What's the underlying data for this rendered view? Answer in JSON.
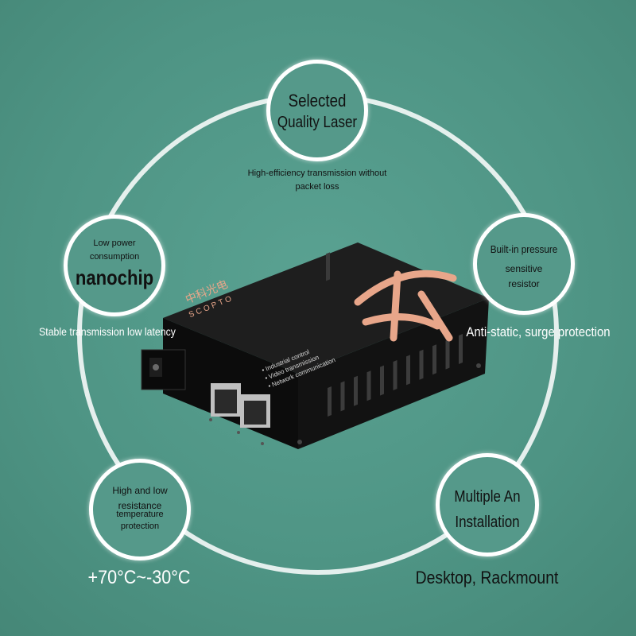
{
  "features": {
    "laser": {
      "title_line1": "Selected",
      "title_line2": "Quality Laser",
      "caption_line1": "High-efficiency transmission without",
      "caption_line2": "packet loss"
    },
    "nanochip": {
      "line1": "Low power",
      "line2": "consumption",
      "title": "nanochip",
      "caption": "Stable transmission low latency"
    },
    "pressure": {
      "line1": "Built-in pressure",
      "line2": "sensitive",
      "line3": "resistor",
      "caption": "Anti-static, surge protection"
    },
    "temperature": {
      "line1": "High and low",
      "line2": "resistance",
      "line3": "temperature",
      "line4": "protection",
      "caption": "+70°C~-30°C"
    },
    "installation": {
      "line1": "Multiple An",
      "line2": "Installation",
      "caption": "Desktop, Rackmount"
    }
  },
  "device": {
    "brand_cn": "中科光电",
    "brand_en": "SCOPTO",
    "bullet1": "• Industrial control",
    "bullet2": "• Video transmission",
    "bullet3": "• Network communication"
  },
  "colors": {
    "background": "#4e9484",
    "ring": "#ffffff",
    "brand_accent": "#e8a68a",
    "device_body": "#161616"
  }
}
